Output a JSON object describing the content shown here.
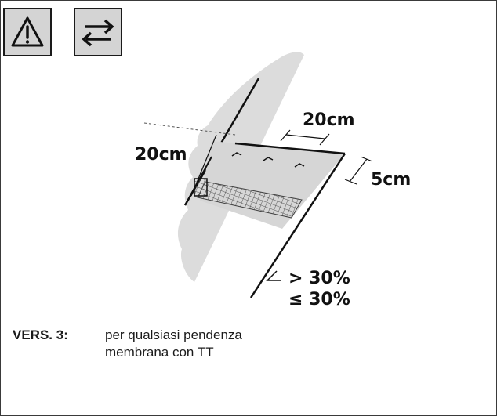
{
  "icons": {
    "warning": "warning-triangle-icon",
    "swap": "swap-arrows-icon"
  },
  "drawing": {
    "dim_left": "20cm",
    "dim_top": "20cm",
    "dim_right": "5cm",
    "slope_gt": "> 30%",
    "slope_le": "≤ 30%"
  },
  "caption": {
    "tag": "VERS. 3:",
    "line1": "per qualsiasi pendenza",
    "line2": "membrana con TT"
  }
}
